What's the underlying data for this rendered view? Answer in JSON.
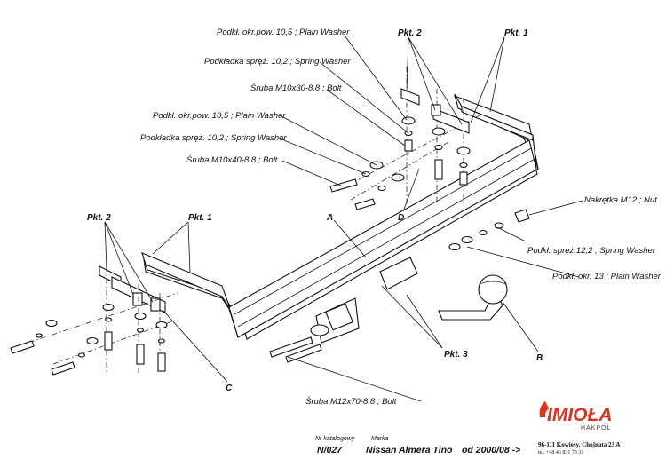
{
  "labels": {
    "washer_top": "Podkł. okr.pow. 10,5 ; Plain Washer",
    "spring_top": "Podkładka spręż. 10,2 ; Spring Washer",
    "bolt_top": "Śruba M10x30-8.8   ;  Bolt",
    "washer_mid": "Podkł. okr.pow. 10,5 ; Plain Washer",
    "spring_mid": "Podkładka spręż. 10,2 ; Spring Washer",
    "bolt_mid": "Śruba M10x40-8.8   ;  Bolt",
    "nut": "Nakrętka  M12 ; Nut",
    "spring_right": "Podkł. spręż.12,2 ; Spring Washer",
    "washer_right": "Podkł. okr. 13 ; Plain Washer",
    "bolt_bottom": "Śruba M12x70-8.8   ;  Bolt",
    "pkt2_top": "Pkt. 2",
    "pkt1_top": "Pkt. 1",
    "pkt2_left": "Pkt. 2",
    "pkt1_left": "Pkt. 1",
    "pkt3": "Pkt. 3",
    "A": "A",
    "B": "B",
    "C": "C",
    "D": "D"
  },
  "footer": {
    "catalog_label": "Nr katalogowy",
    "catalog_value": "N/027",
    "brand_label": "Marka",
    "brand_value": "Nissan Almera Tino",
    "date_value": "od 2000/08 ->",
    "logo_text": "IMIOŁA",
    "logo_sub": "HAKPOL",
    "address": "96-111 Kowiesy, Chojnata 23 A",
    "phone": "tel. +48 46 831 73 31"
  },
  "colors": {
    "logo": "#e0301e",
    "ink": "#111111"
  }
}
